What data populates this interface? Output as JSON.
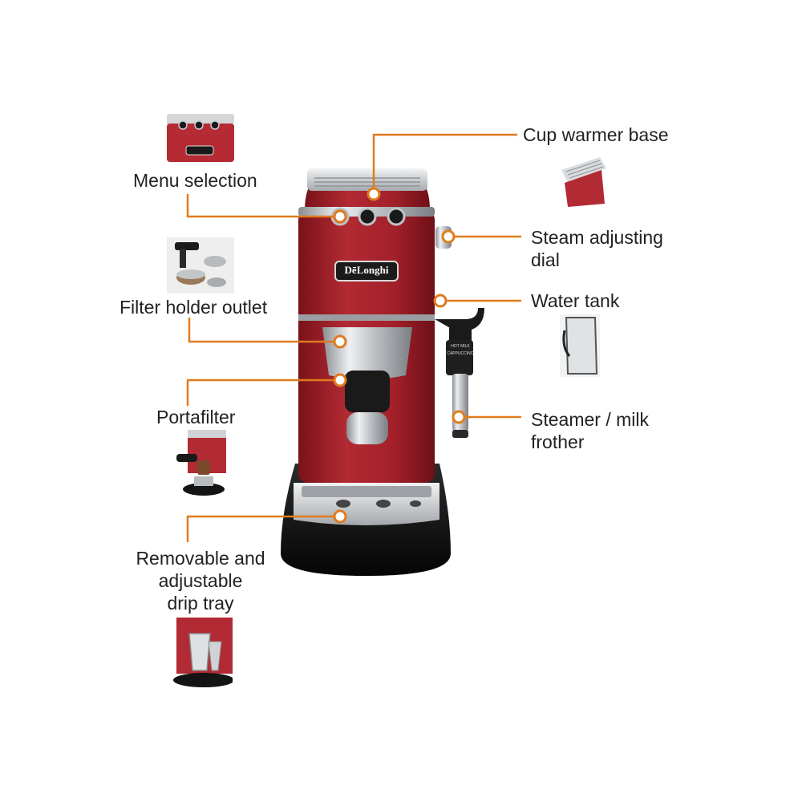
{
  "labels": {
    "cup_warmer": "Cup warmer base",
    "menu_selection": "Menu selection",
    "steam_dial": [
      "Steam adjusting",
      "dial"
    ],
    "filter_holder": "Filter holder outlet",
    "water_tank": "Water tank",
    "portafilter": "Portafilter",
    "steamer": [
      "Steamer / milk",
      "frother"
    ],
    "drip_tray": [
      "Removable and",
      "adjustable",
      "drip tray"
    ]
  },
  "brand": "DēLonghi",
  "wand_text": [
    "HOT MILK",
    "CAPPUCCINO"
  ],
  "colors": {
    "accent": "#E07B1F",
    "machine_red": "#A3202A",
    "chrome": "#C9CCCF",
    "base_black": "#141414"
  }
}
